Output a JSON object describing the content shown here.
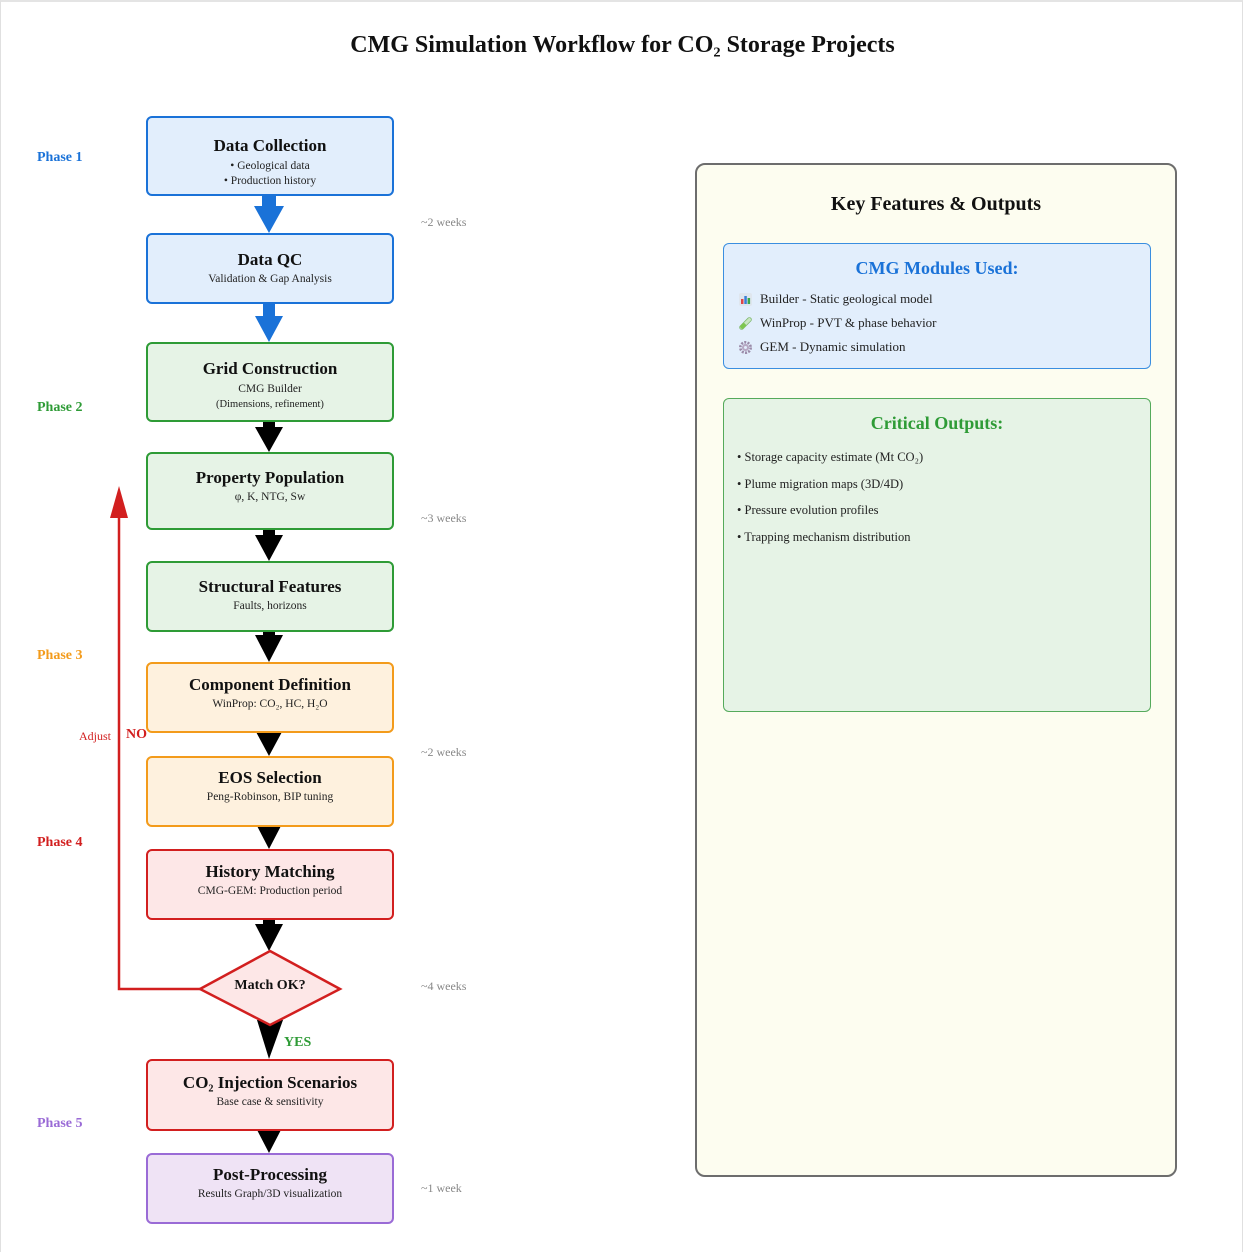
{
  "title": "CMG Simulation Workflow for CO₂ Storage Projects",
  "colors": {
    "phase1": "#1a72d8",
    "phase2": "#2e9b36",
    "phase3": "#f39b1b",
    "phase4": "#d21f1f",
    "phase5": "#9a6bd6",
    "duration_text": "#888888"
  },
  "phases": [
    {
      "label": "Phase 1",
      "color": "#1a72d8"
    },
    {
      "label": "Phase 2",
      "color": "#2e9b36"
    },
    {
      "label": "Phase 3",
      "color": "#f39b1b"
    },
    {
      "label": "Phase 4",
      "color": "#d21f1f"
    },
    {
      "label": "Phase 5",
      "color": "#9a6bd6"
    }
  ],
  "durations": [
    "~2 weeks",
    "~3 weeks",
    "~2 weeks",
    "~4 weeks",
    "~1 week"
  ],
  "steps": {
    "data_collection": {
      "title": "Data Collection",
      "lines": [
        "• Geological data",
        "• Production history"
      ]
    },
    "data_qc": {
      "title": "Data QC",
      "subtitle": "Validation & Gap Analysis"
    },
    "grid_construction": {
      "title": "Grid Construction",
      "lines": [
        "CMG Builder",
        "(Dimensions, refinement)"
      ]
    },
    "property_population": {
      "title": "Property Population",
      "subtitle": "φ, K, NTG, Sw"
    },
    "structural_features": {
      "title": "Structural Features",
      "subtitle": "Faults, horizons"
    },
    "component_definition": {
      "title": "Component Definition",
      "subtitle": "WinProp: CO₂, HC, H₂O"
    },
    "eos_selection": {
      "title": "EOS Selection",
      "subtitle": "Peng-Robinson, BIP tuning"
    },
    "history_matching": {
      "title": "History Matching",
      "subtitle": "CMG-GEM: Production period"
    },
    "co2_injection": {
      "title": "CO₂ Injection Scenarios",
      "subtitle": "Base case & sensitivity"
    },
    "post_processing": {
      "title": "Post-Processing",
      "subtitle": "Results Graph/3D visualization"
    }
  },
  "decision": {
    "label": "Match OK?",
    "yes": "YES",
    "no": "NO",
    "adjust": "Adjust"
  },
  "panel": {
    "title": "Key Features & Outputs",
    "modules": {
      "title": "CMG Modules Used:",
      "items": [
        {
          "icon": "bar-chart-icon",
          "text": "Builder - Static geological model"
        },
        {
          "icon": "test-tube-icon",
          "text": "WinProp - PVT & phase behavior"
        },
        {
          "icon": "gear-icon",
          "text": "GEM - Dynamic simulation"
        }
      ]
    },
    "outputs": {
      "title": "Critical Outputs:",
      "items": [
        "• Storage capacity estimate (Mt CO₂)",
        "• Plume migration maps (3D/4D)",
        "• Pressure evolution profiles",
        "• Trapping mechanism distribution"
      ]
    }
  }
}
